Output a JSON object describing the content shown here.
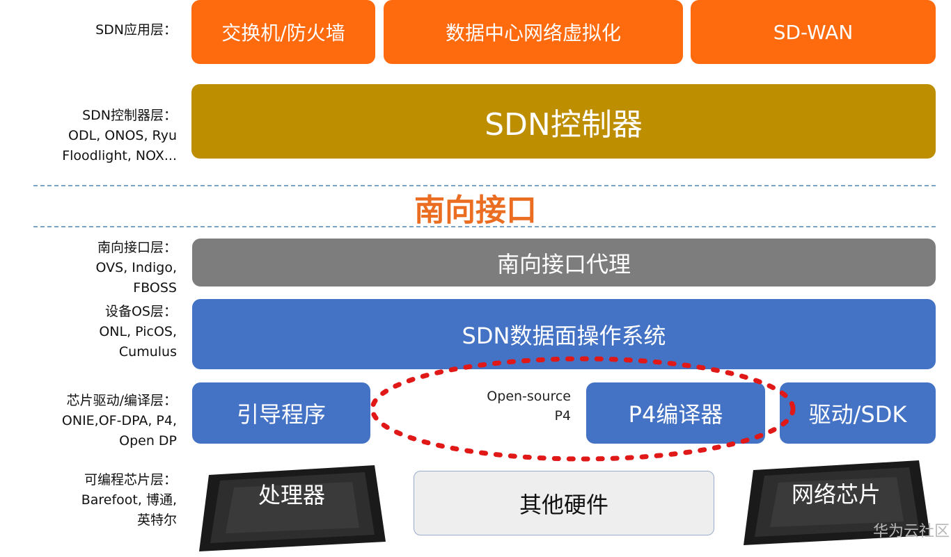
{
  "labels": {
    "app_layer": "SDN应用层：",
    "controller_layer": "SDN控制器层：",
    "controller_list_1": "ODL, ONOS, Ryu",
    "controller_list_2": "Floodlight, NOX...",
    "sb_layer": "南向接口层：",
    "sb_list_1": "OVS, Indigo,",
    "sb_list_2": "FBOSS",
    "os_layer": "设备OS层：",
    "os_list_1": "ONL, PicOS,",
    "os_list_2": "Cumulus",
    "driver_layer": "芯片驱动/编译层：",
    "driver_list_1": "ONIE,OF-DPA, P4,",
    "driver_list_2": "Open DP",
    "chip_layer": "可编程芯片层：",
    "chip_list_1": "Barefoot, 博通,",
    "chip_list_2": "英特尔"
  },
  "boxes": {
    "switch_firewall": "交换机/防火墙",
    "dc_virtualization": "数据中心网络虚拟化",
    "sd_wan": "SD-WAN",
    "controller": "SDN控制器",
    "southbound": "南向接口",
    "sb_agent": "南向接口代理",
    "dataplane_os": "SDN数据面操作系统",
    "bootloader": "引导程序",
    "p4_compiler": "P4编译器",
    "driver_sdk": "驱动/SDK",
    "processor": "处理器",
    "other_hw": "其他硬件",
    "network_chip": "网络芯片"
  },
  "open_source_1": "Open-source",
  "open_source_2": "P4",
  "watermark": "华为云社区",
  "colors": {
    "app": "#fe6a0e",
    "controller": "#bd8e00",
    "agent": "#7d7d7d",
    "blue": "#4472c4",
    "southbound_text": "#ea6d22",
    "ellipse": "#e01818"
  }
}
